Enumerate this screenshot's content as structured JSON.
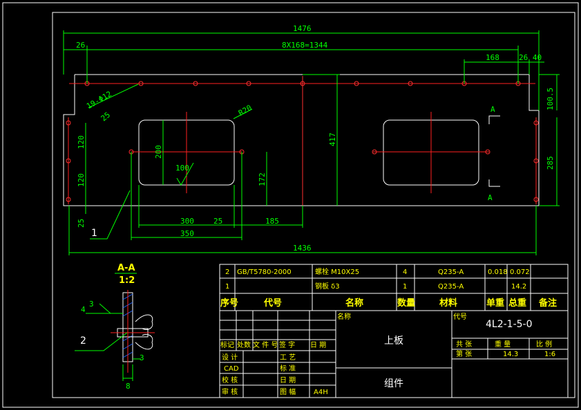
{
  "dimensions": {
    "overall_top": "1476",
    "left_offset": "26",
    "pitch": "8X168=1344",
    "pitch_single": "168",
    "right_offsets": "26 40",
    "hole_note": "19-Φ12",
    "hole_note_sub": "25",
    "corner_radius": "R20",
    "right_top": "100.5",
    "left_1": "120",
    "left_2": "120",
    "left_3": "25",
    "cutout_h": "200",
    "roughness": "100",
    "mid_v": "172",
    "height": "417",
    "right_side": "285",
    "cut_w": "300",
    "cut_gap": "25",
    "cut_end": "185",
    "cut_w2": "350",
    "overall_bottom": "1436"
  },
  "section": {
    "marker_a": "A",
    "title": "A-A",
    "scale": "1:2",
    "dim_3": "3",
    "dim_4": "4",
    "dim_3b": "3",
    "dim_8": "8"
  },
  "callouts": {
    "one": "1",
    "two": "2"
  },
  "bom": {
    "rows": [
      {
        "no": "2",
        "code": "GB/T5780-2000",
        "name": "螺栓 M10X25",
        "qty": "4",
        "material": "Q235-A",
        "unit_wt": "0.018",
        "total_wt": "0.072",
        "note": ""
      },
      {
        "no": "1",
        "code": "",
        "name": "钢板  δ3",
        "qty": "1",
        "material": "Q235-A",
        "unit_wt": "",
        "total_wt": "14.2",
        "note": ""
      }
    ],
    "header": {
      "no": "序号",
      "code": "代号",
      "name": "名称",
      "qty": "数量",
      "material": "材料",
      "unit_wt": "单重",
      "total_wt": "总重",
      "note": "备注"
    }
  },
  "title_block": {
    "name_label": "名称",
    "code_label": "代号",
    "drawing_no": "4L2-1-5-0",
    "part_name": "上板",
    "part_type": "组件",
    "cols": [
      "标记",
      "处数",
      "文 件 号",
      "签 字",
      "日 期"
    ],
    "roles": [
      "设 计",
      "CAD",
      "校 核",
      "审 核"
    ],
    "roles2": [
      "工 艺",
      "标 准",
      "日 期",
      "图 幅"
    ],
    "size": "A4H",
    "meta_labels": [
      "共 张",
      "重 量",
      "比 例"
    ],
    "meta_labels2": [
      "第 张"
    ],
    "weight": "14.3",
    "scale": "1:6"
  },
  "colors": {
    "frame": "#ffffff",
    "outline": "#ffffff",
    "dimension": "#00ff00",
    "center": "#ff0000",
    "table_line": "#ffffff",
    "table_text": "#ffff00"
  }
}
